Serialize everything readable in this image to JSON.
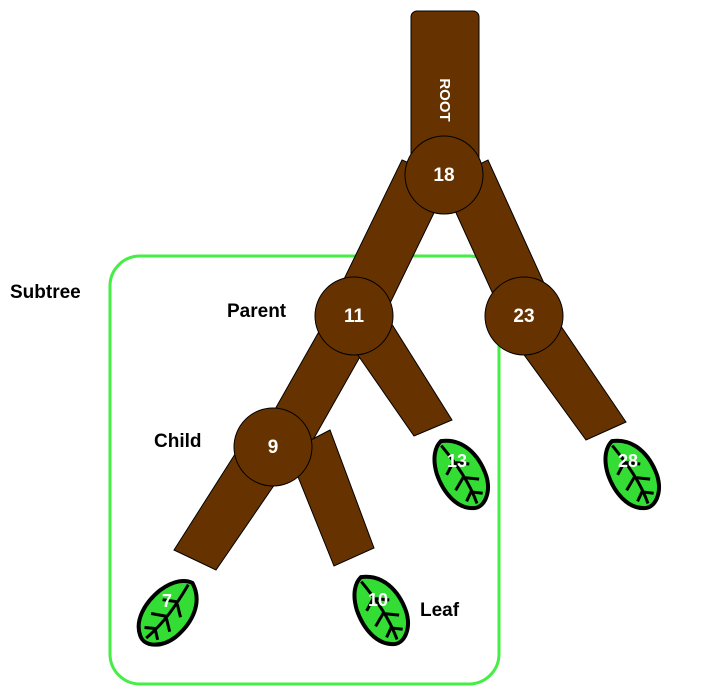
{
  "diagram": {
    "root_label": "ROOT",
    "labels": {
      "subtree": "Subtree",
      "parent": "Parent",
      "child": "Child",
      "leaf": "Leaf"
    },
    "nodes": {
      "n18": "18",
      "n11": "11",
      "n23": "23",
      "n9": "9"
    },
    "leaves": {
      "l13": "13",
      "l28": "28",
      "l7": "7",
      "l10": "10"
    },
    "colors": {
      "branch": "#663300",
      "leaf_fill": "#33dd33",
      "subtree_border": "#44ee44",
      "node_text": "#ffffff"
    }
  }
}
